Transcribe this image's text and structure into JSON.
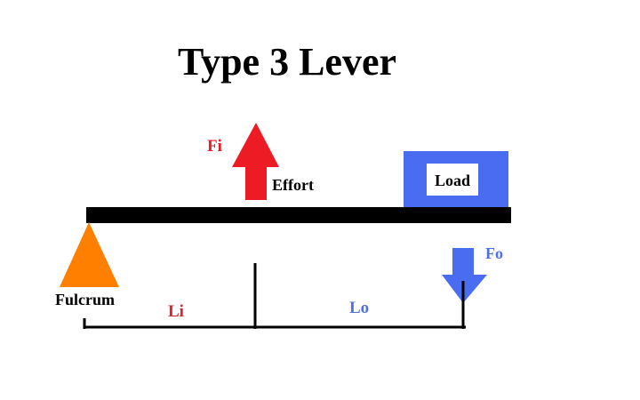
{
  "title": "Type 3 Lever",
  "labels": {
    "effort_symbol": "Fi",
    "effort": "Effort",
    "load": "Load",
    "fulcrum": "Fulcrum",
    "load_force_symbol": "Fo",
    "input_arm": "Li",
    "output_arm": "Lo"
  },
  "colors": {
    "background": "#ffffff",
    "lever_beam": "#000000",
    "fulcrum": "#ff7f00",
    "effort_arrow": "#ed1c24",
    "effort_label": "#e0202a",
    "load_box": "#4a6cf0",
    "load_inner": "#ffffff",
    "load_arrow": "#4a6cf0",
    "output_label": "#5070e8",
    "text": "#000000"
  },
  "icons": {
    "effort_arrow": "up-arrow-icon",
    "load_arrow": "down-arrow-icon",
    "fulcrum": "triangle-icon"
  }
}
